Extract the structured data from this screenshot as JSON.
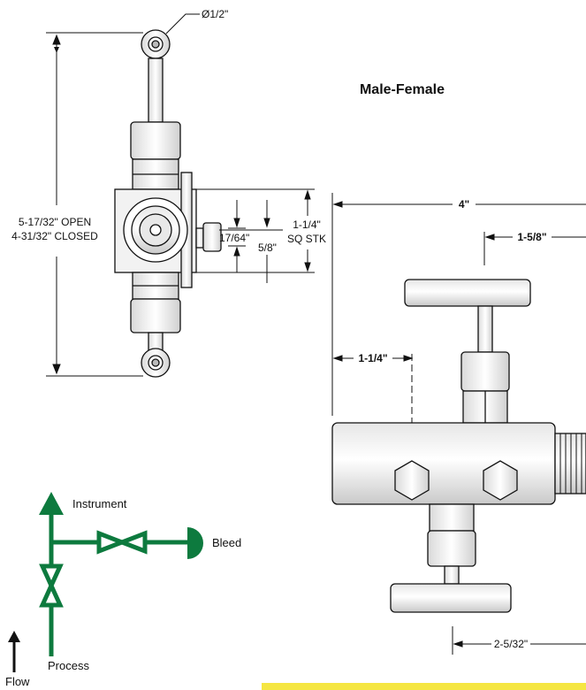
{
  "drawing_title": "Male-Female",
  "dims": {
    "pipe_diameter": "Ø1/2\"",
    "length_open": "5-17/32\" OPEN",
    "length_closed": "4-31/32\" CLOSED",
    "bleed_offset": "17/64\"",
    "port_offset": "5/8\"",
    "stock_size": "1-1/4\"",
    "stock_note": "SQ STK",
    "overall_width": "4\"",
    "handle_offset": "1-5/8\"",
    "inlet_offset": "1-1/4\"",
    "bottom_offset": "2-5/32\""
  },
  "schematic": {
    "instrument": "Instrument",
    "bleed": "Bleed",
    "process": "Process",
    "flow": "Flow",
    "line_color": "#0d7a3e"
  },
  "highlight_color": "#f5e642"
}
